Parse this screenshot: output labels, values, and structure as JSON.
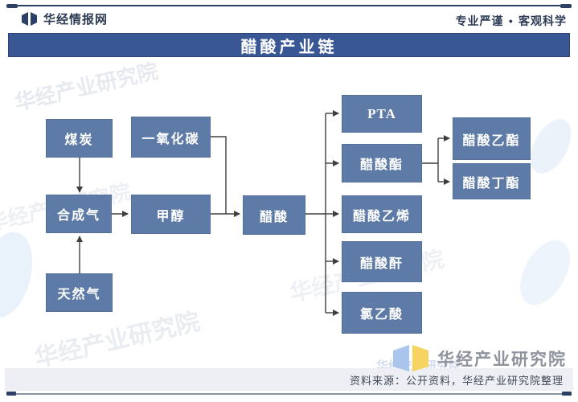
{
  "header": {
    "brand": "华经情报网",
    "tagline_left": "专业严谨",
    "tagline_dot": "●",
    "tagline_right": "客观科学"
  },
  "title": "醋酸产业链",
  "diagram": {
    "nodes": [
      {
        "id": "coal",
        "label": "煤炭"
      },
      {
        "id": "natural-gas",
        "label": "天然气"
      },
      {
        "id": "syngas",
        "label": "合成气"
      },
      {
        "id": "carbon-monoxide",
        "label": "一氧化碳"
      },
      {
        "id": "methanol",
        "label": "甲醇"
      },
      {
        "id": "acetic-acid",
        "label": "醋酸"
      },
      {
        "id": "pta",
        "label": "PTA"
      },
      {
        "id": "acetate-ester",
        "label": "醋酸酯"
      },
      {
        "id": "vinyl-acetate",
        "label": "醋酸乙烯"
      },
      {
        "id": "acetic-anhydride",
        "label": "醋酸酐"
      },
      {
        "id": "chloroacetic-acid",
        "label": "氯乙酸"
      },
      {
        "id": "ethyl-acetate",
        "label": "醋酸乙酯"
      },
      {
        "id": "butyl-acetate",
        "label": "醋酸丁酯"
      }
    ],
    "edges": [
      {
        "from": "煤炭",
        "to": "合成气"
      },
      {
        "from": "天然气",
        "to": "合成气"
      },
      {
        "from": "合成气",
        "to": "甲醇"
      },
      {
        "from": "一氧化碳",
        "to": "醋酸"
      },
      {
        "from": "甲醇",
        "to": "醋酸"
      },
      {
        "from": "醋酸",
        "to": "PTA"
      },
      {
        "from": "醋酸",
        "to": "醋酸酯"
      },
      {
        "from": "醋酸",
        "to": "醋酸乙烯"
      },
      {
        "from": "醋酸",
        "to": "醋酸酐"
      },
      {
        "from": "醋酸",
        "to": "氯乙酸"
      },
      {
        "from": "醋酸酯",
        "to": "醋酸乙酯"
      },
      {
        "from": "醋酸酯",
        "to": "醋酸丁酯"
      }
    ]
  },
  "watermark": {
    "text": "华经产业研究院"
  },
  "footer": {
    "source": "资料来源：公开资料，华经产业研究院整理",
    "brand": "华经产业研究院"
  },
  "colors": {
    "node_fill": "#5d7ba6",
    "title_bar": "#3a5795",
    "accent_dark": "#2c3f66",
    "arrow": "#3f3f3f",
    "logo_blue": "#aac6ec",
    "logo_yellow": "#f6d45f",
    "footer_band": "#edeff4",
    "brandmark_text": "#8e939d",
    "watermark": "#b9c3d4"
  }
}
